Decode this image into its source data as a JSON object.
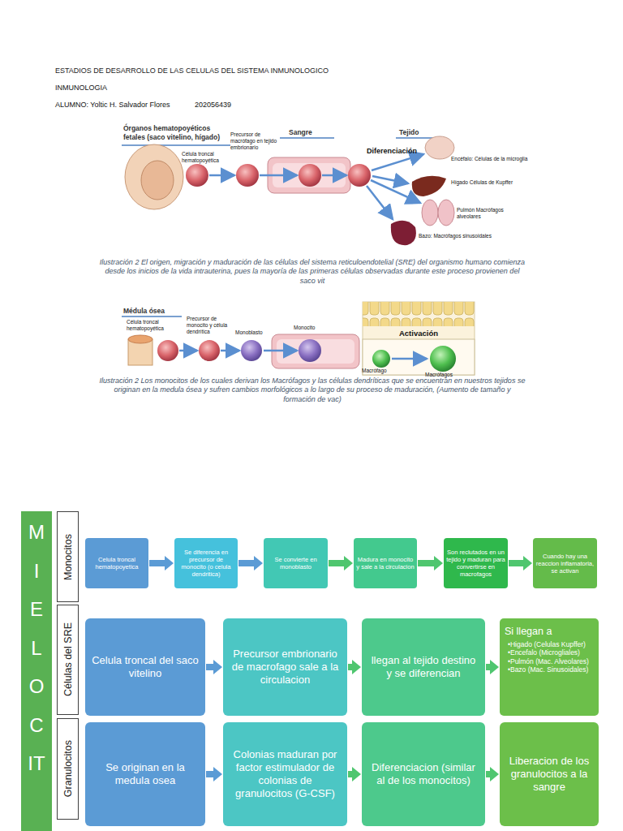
{
  "diagram": {
    "title": "ESTADIOS DE DESARROLLO DE LAS CELULAS DEL SISTEMA INMUNOLOGICO",
    "nodes": [
      {
        "text": [
          "MIELOCIT"
        ]
      },
      {
        "text": [
          "Monocitos"
        ]
      },
      {
        "text": [
          "Celula troncal hematopoyetica"
        ]
      },
      {
        "text": [
          "Se diferencia en precursor de monocito (o celula dendritica)"
        ]
      },
      {
        "text": [
          "Se convierte en monoblasto"
        ]
      },
      {
        "text": [
          "Madura en monocito y sale a la circulacion"
        ]
      },
      {
        "text": [
          "Son reclutados en un tejido y maduran para convertirse en macrofagos"
        ]
      },
      {
        "text": [
          "Cuando hay una reaccion inflamatoria, se activan"
        ]
      },
      {
        "text": [
          "Células del SRE"
        ]
      },
      {
        "text": [
          "Celula troncal del saco vitelino"
        ]
      },
      {
        "text": [
          "Precursor embrionario de macrofago sale a la circulacion"
        ]
      },
      {
        "text": [
          "llegan al tejido destino y se diferencian"
        ]
      },
      {
        "text": [
          "Si llegan a",
          "•Higado (Celulas Kupffer)",
          "•Encefalo (Microgliales)",
          "•Pulmón (Mac. Alveolares)",
          "•Bazo (Mac. Sinusoidales)"
        ]
      },
      {
        "text": [
          "Granulocitos"
        ]
      },
      {
        "text": [
          "Se originan en la medula osea"
        ]
      },
      {
        "text": [
          "Colonias maduran por factor estimulador de colonias de granulocitos (G-CSF)"
        ]
      },
      {
        "text": [
          "Diferenciacion (similar al de los monocitos)"
        ]
      },
      {
        "text": [
          "Liberacion de los granulocitos a la sangre"
        ]
      }
    ],
    "edges": [
      {
        "from": 2,
        "to": 3,
        "arrow": "to"
      },
      {
        "from": 3,
        "to": 4,
        "arrow": "to"
      },
      {
        "from": 4,
        "to": 5,
        "arrow": "to"
      },
      {
        "from": 5,
        "to": 6,
        "arrow": "to"
      },
      {
        "from": 6,
        "to": 7,
        "arrow": "to"
      },
      {
        "from": 9,
        "to": 10,
        "arrow": "to"
      },
      {
        "from": 10,
        "to": 11,
        "arrow": "to"
      },
      {
        "from": 11,
        "to": 12,
        "arrow": "to"
      },
      {
        "from": 14,
        "to": 15,
        "arrow": "to"
      },
      {
        "from": 15,
        "to": 16,
        "arrow": "to"
      },
      {
        "from": 16,
        "to": 17,
        "arrow": "to"
      }
    ],
    "labels": [
      "INMUNOLOGIA",
      "ALUMNO: Yoltic H. Salvador Flores",
      "202056439",
      "Órganos hematopoyéticos fetales (saco vitelino, hígado)",
      "Célula troncal hematopoyética",
      "Precursor de macrófago en tejido embrionario",
      "Sangre",
      "Tejido",
      "Diferenciación",
      "Encéfalo: Células de la microglia",
      "Hígado Células de Kupffer",
      "Pulmón Macrófagos alveolares",
      "Bazo: Macrófagos sinusoidales",
      "Ilustración 2 El origen, migración y maduración de las células del sistema reticuloendotelial (SRE) del organismo humano comienza desde los inicios de la vida intrauterina, pues la mayoría de las primeras células observadas durante este proceso provienen del saco vit",
      "Médula ósea",
      "Célula troncal hematopoyética",
      "Precursor de monocito y célula dendrítica",
      "Monoblasto",
      "Monocito",
      "Activación",
      "Macrófago",
      "Macrófagos",
      "Ilustración 2 Los monocitos de los cuales derivan los Macrófagos y las células dendríticas que se encuentran en nuestros tejidos se originan en la medula ósea y sufren cambios morfológicos a lo largo de su proceso de maduración, (Aumento de tamaño y formación de vac)"
    ]
  }
}
